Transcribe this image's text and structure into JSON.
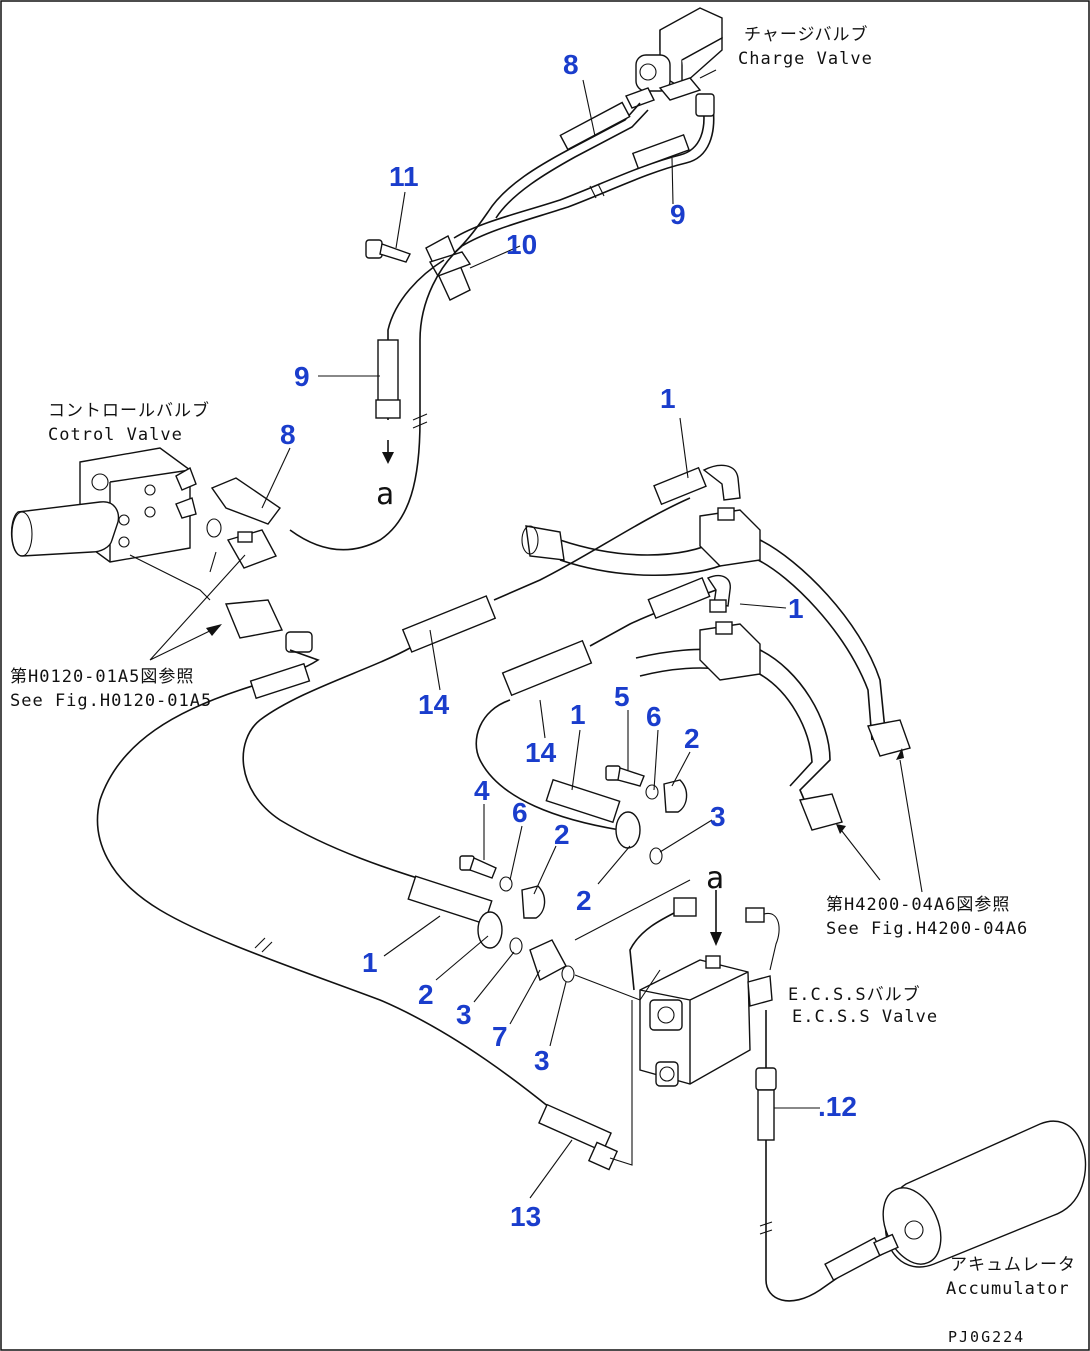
{
  "figure_code": "PJ0G224",
  "callouts": [
    {
      "id": "c8a",
      "text": "8"
    },
    {
      "id": "c11",
      "text": "11"
    },
    {
      "id": "c10",
      "text": "10"
    },
    {
      "id": "c9a",
      "text": "9"
    },
    {
      "id": "c9b",
      "text": "9"
    },
    {
      "id": "c8b",
      "text": "8"
    },
    {
      "id": "c1a",
      "text": "1"
    },
    {
      "id": "c1b",
      "text": "1"
    },
    {
      "id": "c14a",
      "text": "14"
    },
    {
      "id": "c5",
      "text": "5"
    },
    {
      "id": "c6a",
      "text": "6"
    },
    {
      "id": "c1c",
      "text": "1"
    },
    {
      "id": "c14b",
      "text": "14"
    },
    {
      "id": "c2a",
      "text": "2"
    },
    {
      "id": "c4",
      "text": "4"
    },
    {
      "id": "c6b",
      "text": "6"
    },
    {
      "id": "c2b",
      "text": "2"
    },
    {
      "id": "c3a",
      "text": "3"
    },
    {
      "id": "c2c",
      "text": "2"
    },
    {
      "id": "c1d",
      "text": "1"
    },
    {
      "id": "c2d",
      "text": "2"
    },
    {
      "id": "c3b",
      "text": "3"
    },
    {
      "id": "c7",
      "text": "7"
    },
    {
      "id": "c3c",
      "text": "3"
    },
    {
      "id": "c12",
      "text": ".12"
    },
    {
      "id": "c13",
      "text": "13"
    }
  ],
  "labels": {
    "charge_valve_jp": "チャージバルブ",
    "charge_valve_en": "Charge Valve",
    "control_valve_jp": "コントロールバルブ",
    "control_valve_en": "Cotrol Valve",
    "see_fig_1_jp": "第H0120-01A5図参照",
    "see_fig_1_en": "See Fig.H0120-01A5",
    "see_fig_2_jp": "第H4200-04A6図参照",
    "see_fig_2_en": "See Fig.H4200-04A6",
    "ecss_valve_jp": "E.C.S.Sバルブ",
    "ecss_valve_en": "E.C.S.S Valve",
    "accumulator_jp": "アキュムレータ",
    "accumulator_en": "Accumulator",
    "ref_a_top": "a",
    "ref_a_right": "a"
  }
}
